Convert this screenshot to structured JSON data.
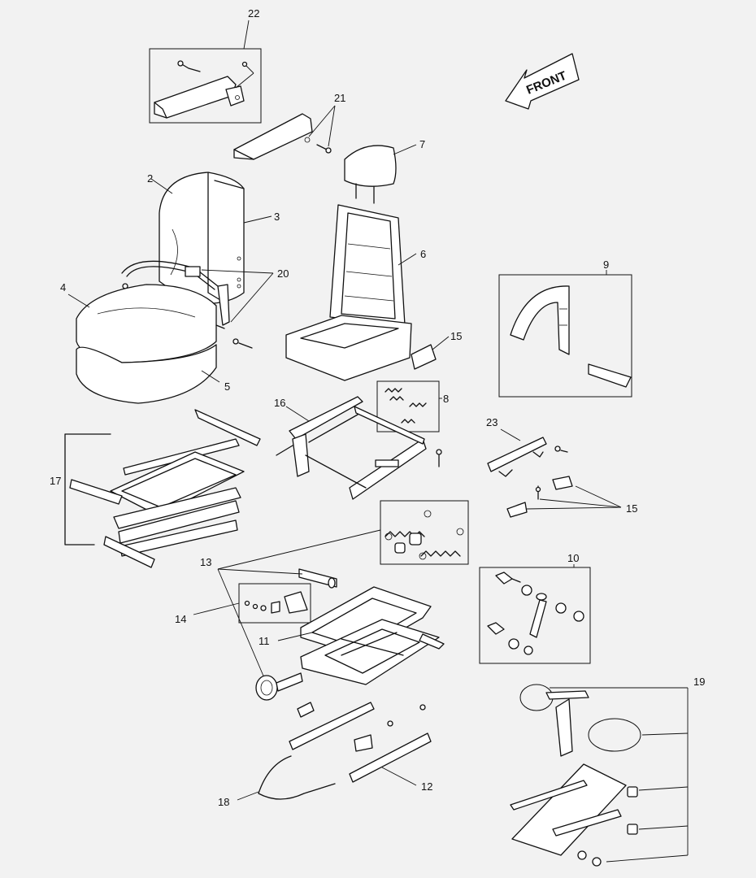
{
  "direction_label": "FRONT",
  "callouts": {
    "c22": "22",
    "c21": "21",
    "c7": "7",
    "c2": "2",
    "c3": "3",
    "c6": "6",
    "c20": "20",
    "c4": "4",
    "c9": "9",
    "c15a": "15",
    "c5": "5",
    "c8": "8",
    "c16": "16",
    "c23": "23",
    "c17": "17",
    "c15b": "15",
    "c10": "10",
    "c13": "13",
    "c14": "14",
    "c11": "11",
    "c19": "19",
    "c18": "18",
    "c12": "12"
  }
}
